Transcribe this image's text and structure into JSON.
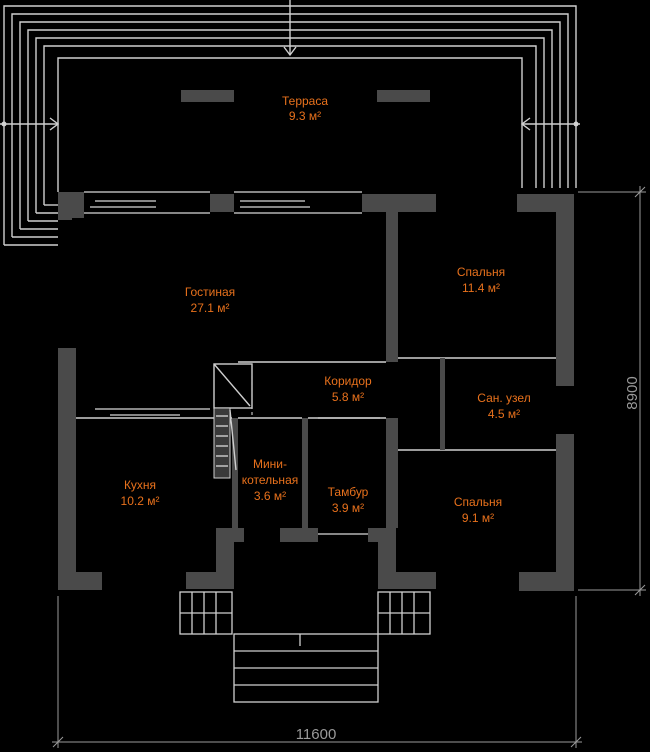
{
  "rooms": [
    {
      "id": "terrace",
      "name": "Терраса",
      "area": "9.3 м²"
    },
    {
      "id": "living",
      "name": "Гостиная",
      "area": "27.1 м²"
    },
    {
      "id": "bedroom1",
      "name": "Спальня",
      "area": "11.4 м²"
    },
    {
      "id": "corridor",
      "name": "Коридор",
      "area": "5.8 м²"
    },
    {
      "id": "bathroom",
      "name": "Сан. узел",
      "area": "4.5 м²"
    },
    {
      "id": "kitchen",
      "name": "Кухня",
      "area": "10.2 м²"
    },
    {
      "id": "boiler",
      "name_line1": "Мини-",
      "name_line2": "котельная",
      "area": "3.6 м²"
    },
    {
      "id": "vestibule",
      "name": "Тамбур",
      "area": "3.9 м²"
    },
    {
      "id": "bedroom2",
      "name": "Спальня",
      "area": "9.1 м²"
    }
  ],
  "dimensions": {
    "width": "11600",
    "height": "8900"
  },
  "colors": {
    "background": "#000000",
    "wall": "#4a4a4a",
    "label": "#e8711c",
    "dimension": "#9a9a9a"
  }
}
